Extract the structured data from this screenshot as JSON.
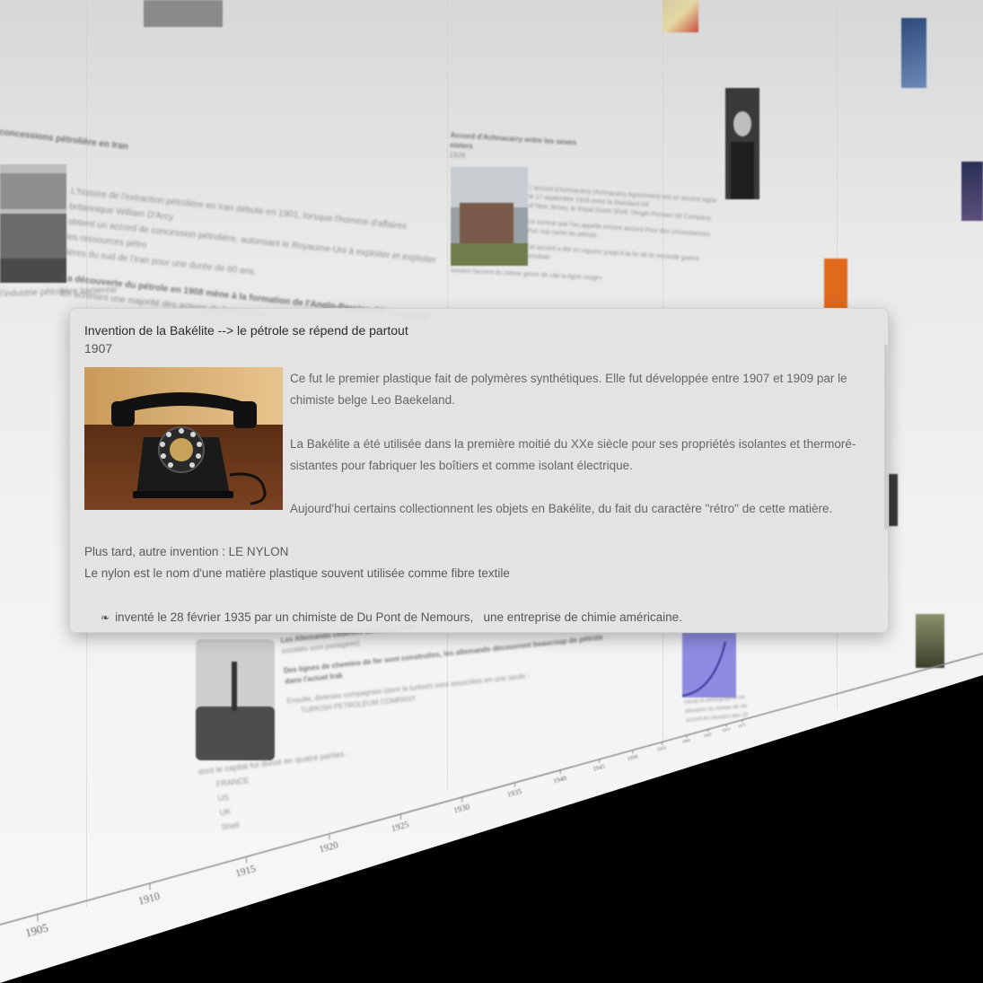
{
  "popup": {
    "title": "Invention de la Bakélite --> le pétrole se répend de partout",
    "year": "1907",
    "paragraphs": [
      "Ce fut le premier plastique fait de polymères synthétiques. Elle fut développée entre 1907 et 1909 par le chimiste belge Leo Baekeland.",
      "La Bakélite a été utilisée dans la première moitié du XXe siècle pour ses propriétés isolantes et thermoré-sistantes pour fabriquer les boîtiers et comme isolant électrique.",
      "Aujourd'hui certains collectionnent les objets en Bakélite, du fait du caractère \"rétro\" de cette matière."
    ],
    "later_title": "Plus tard, autre invention : LE NYLON",
    "nylon_desc": "Le nylon est le nom d'une matière plastique souvent utilisée comme fibre textile",
    "bullet_icon": "fleuron-icon",
    "bullet": "inventé le 28 février 1935 par un chimiste de Du Pont de Nemours,   une entreprise de chimie américaine."
  },
  "background": {
    "event_left_title": "concessions pétrolière en Iran",
    "event_left_text": [
      "L'histoire de l'extraction pétrolière en Iran débute en 1901, lorsque l'homme d'affaires britannique William D'Arcy",
      "obtient un accord de concession pétrolière, autorisant le Royaume-Uni à exploiter et exploiter les ressources pétro",
      "lières du sud de l'Iran pour une durée de 60 ans.",
      "La découverte du pétrole en 1908 mène à la formation de l'Anglo-Persian Oil Company",
      "En achetant une majorité des actions de l'entreprise",
      "l'industrie pétrolière iranienne"
    ],
    "event_mid_title": "Accord d'Achnacarry entre les seven sisters",
    "event_mid_year": "1928",
    "event_mid_text": [
      "L'accord d'Achnacarry (Achnacarry Agreement) est un accord signé le 17 septembre 1928 entre la Standard Oil",
      "of New Jersey, le Royal Dutch Shell, l'Anglo-Persian Oil Company.",
      "Ce contrat que l'on appelle encore accord Pour des circonstances",
      "d'un vrai cartel du pétrole.",
      "Cet accord a été en vigueur jusqu'à la fin de la seconde guerre mondiale",
      "suivant l'accord du même genre dit «de la ligne rouge»"
    ],
    "event_bottom_text": [
      "Les Allemands cédèrent aussi leur part",
      "sociétés sont partagées)",
      "Des lignes de chemins de fer sont construites, les allemands découvrent beaucoup de pétrole dans l'actuel Irak",
      "Ensuite, diverses compagnies (dont la turkish) sont associées en une seule :",
      "TURKISH PETROLEUM COMPANY",
      "dont le capital fut divisé en quatre parties :",
      "FRANCE",
      "US",
      "UK",
      "Shell"
    ],
    "right_list": [
      "climat et démographie tôt",
      "élévation du niveau de vie",
      "accroît les besoins des 10"
    ]
  },
  "axis": {
    "years": [
      "1905",
      "1910",
      "1915",
      "1920",
      "1925",
      "1930",
      "1935",
      "1940",
      "1945",
      "1950",
      "1955",
      "1960",
      "1965",
      "1970",
      "1975"
    ]
  }
}
